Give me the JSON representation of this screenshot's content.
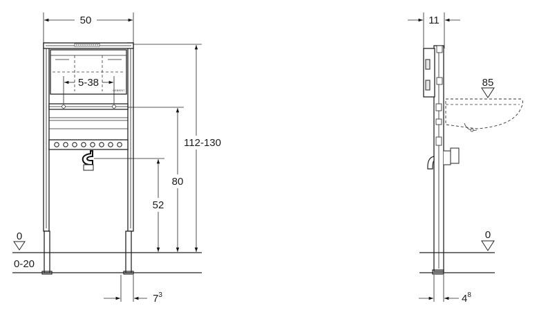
{
  "front_view": {
    "width_label": "50",
    "hole_spacing_label": "5-38",
    "height_total_label": "112-130",
    "height_mid_label": "80",
    "height_low_label": "52",
    "floor_level_label": "0",
    "floor_range_label": "0-20",
    "foot_offset_label": "7",
    "foot_offset_sup": "3",
    "brand_mark": "GEBERIT"
  },
  "side_view": {
    "depth_label": "11",
    "basin_height_label": "85",
    "floor_level_label": "0",
    "foot_offset_label": "4",
    "foot_offset_sup": "8"
  }
}
